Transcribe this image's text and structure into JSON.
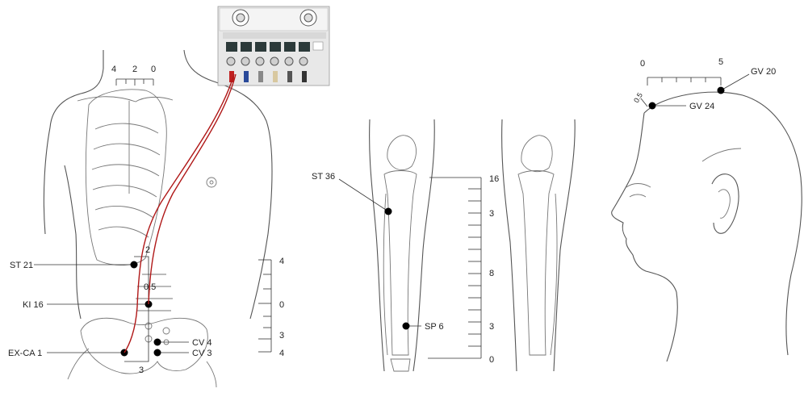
{
  "torso": {
    "points": [
      {
        "label": "ST 21"
      },
      {
        "label": "KI 16"
      },
      {
        "label": "EX-CA 1"
      },
      {
        "label": "CV 4"
      },
      {
        "label": "CV 3"
      }
    ],
    "top_scale": [
      "4",
      "2",
      "0"
    ],
    "side_scale": [
      "4",
      "0",
      "3",
      "4"
    ],
    "inline_labels": [
      "2",
      "0.5",
      "3"
    ]
  },
  "leg": {
    "points": [
      {
        "label": "ST 36"
      },
      {
        "label": "SP 6"
      }
    ],
    "scale": [
      "16",
      "3",
      "8",
      "3",
      "0"
    ]
  },
  "head": {
    "points": [
      {
        "label": "GV 20"
      },
      {
        "label": "GV 24"
      }
    ],
    "scale": [
      "0",
      "5"
    ],
    "offset_label": "0.5"
  },
  "device": {
    "name": "electro-acupuncture-stimulator",
    "icon": "stimulator-device-icon"
  },
  "colors": {
    "wire": "#b01818",
    "point": "#000000"
  }
}
